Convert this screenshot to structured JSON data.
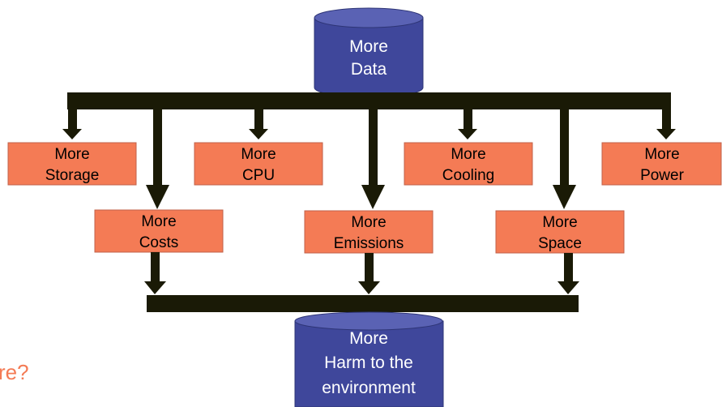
{
  "colors": {
    "box_fill": "#f47b55",
    "box_stroke": "#c0614a",
    "cylinder_fill": "#3f479b",
    "cylinder_top": "#5a62b4",
    "bar": "#1a1a06",
    "partial_text": "#f47b55"
  },
  "source": {
    "line1": "More",
    "line2": "Data"
  },
  "targets": [
    {
      "line1": "More",
      "line2": "Storage"
    },
    {
      "line1": "More",
      "line2": "CPU"
    },
    {
      "line1": "More",
      "line2": "Cooling"
    },
    {
      "line1": "More",
      "line2": "Power"
    }
  ],
  "middle": [
    {
      "line1": "More",
      "line2": "Costs"
    },
    {
      "line1": "More",
      "line2": "Emissions"
    },
    {
      "line1": "More",
      "line2": "Space"
    }
  ],
  "result": {
    "line1": "More",
    "line2": "Harm to the",
    "line3": "environment"
  },
  "partial_text": "re?"
}
